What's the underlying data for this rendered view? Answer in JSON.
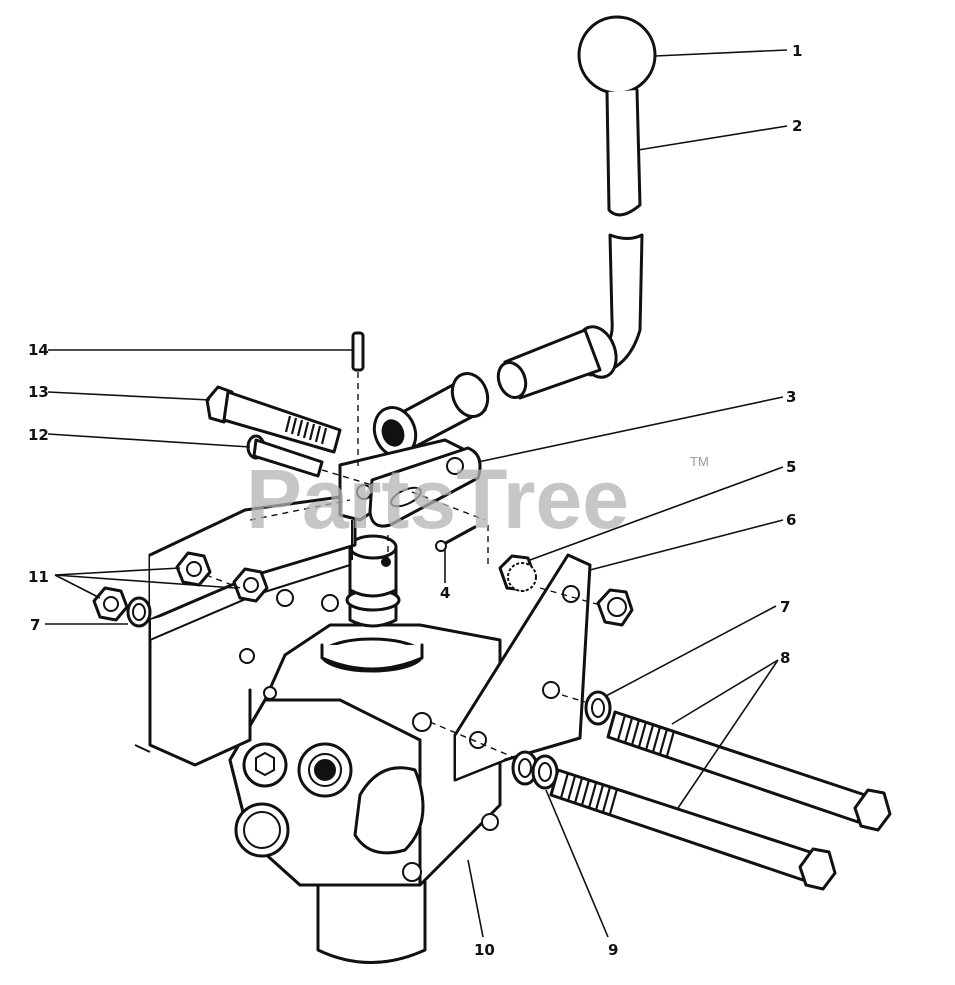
{
  "watermark": {
    "text": "PartsTree",
    "trademark": "TM"
  },
  "callouts": [
    {
      "id": "c1",
      "label": "1"
    },
    {
      "id": "c2",
      "label": "2"
    },
    {
      "id": "c3",
      "label": "3"
    },
    {
      "id": "c4",
      "label": "4"
    },
    {
      "id": "c5",
      "label": "5"
    },
    {
      "id": "c6",
      "label": "6"
    },
    {
      "id": "c7a",
      "label": "7"
    },
    {
      "id": "c7b",
      "label": "7"
    },
    {
      "id": "c8",
      "label": "8"
    },
    {
      "id": "c9",
      "label": "9"
    },
    {
      "id": "c10",
      "label": "10"
    },
    {
      "id": "c11",
      "label": "11"
    },
    {
      "id": "c12",
      "label": "12"
    },
    {
      "id": "c13",
      "label": "13"
    },
    {
      "id": "c14",
      "label": "14"
    }
  ]
}
